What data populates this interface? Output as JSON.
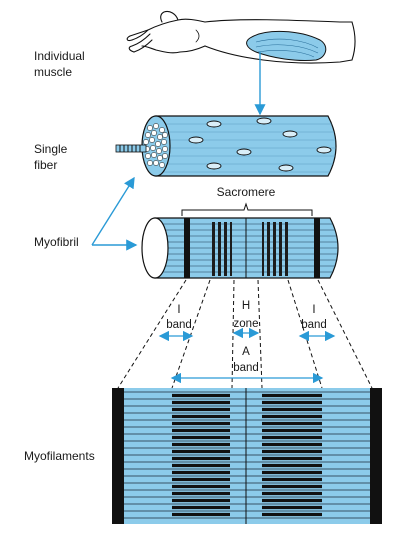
{
  "labels": {
    "individual_muscle": [
      "Individual",
      "muscle"
    ],
    "single_fiber": [
      "Single",
      "fiber"
    ],
    "myofibril": "Myofibril",
    "myofilaments": "Myofilaments",
    "sacromere": "Sacromere",
    "i_band_left": [
      "I",
      "band"
    ],
    "h_zone": [
      "H",
      "zone"
    ],
    "i_band_right": [
      "I",
      "band"
    ],
    "a_band": [
      "A",
      "band"
    ]
  },
  "colors": {
    "tissue_blue": "#8ccbea",
    "tissue_blue_dark": "#5fb0dc",
    "arrow_blue": "#2a9ad6",
    "ink": "#111111"
  }
}
